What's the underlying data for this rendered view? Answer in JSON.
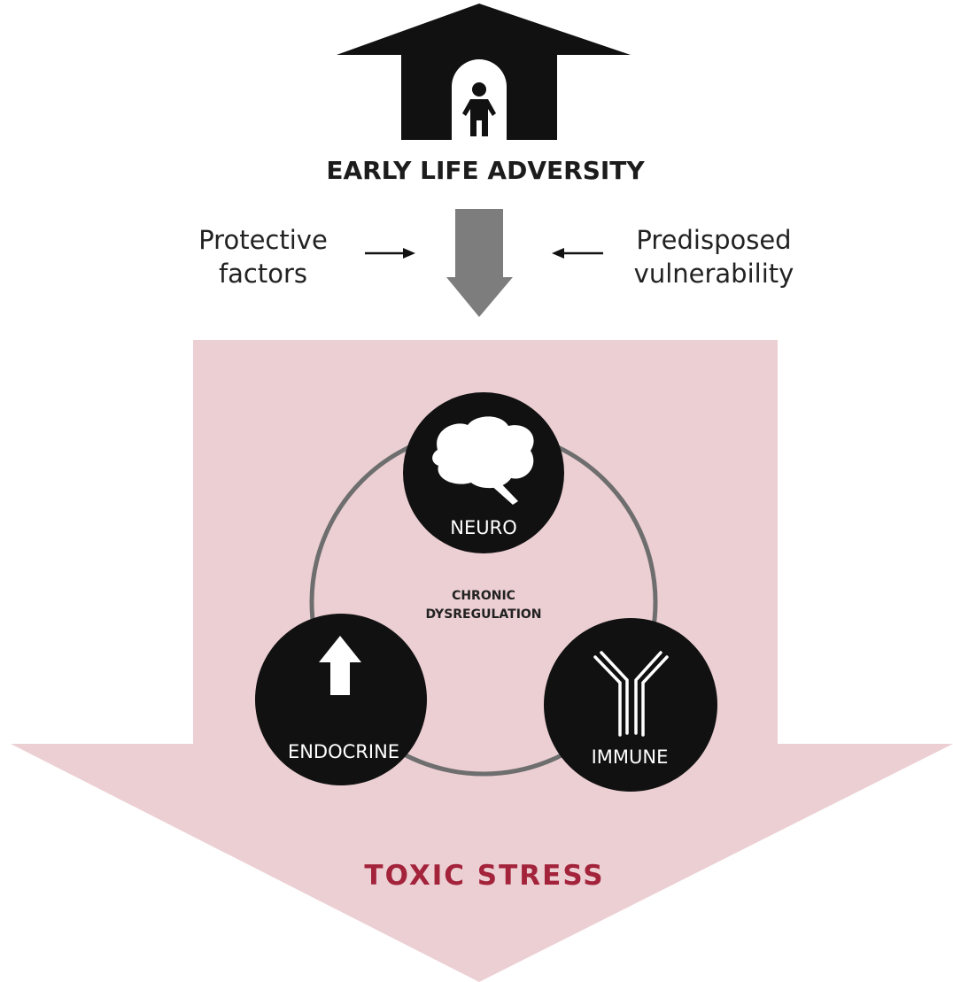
{
  "header": {
    "title": "EARLY LIFE ADVERSITY"
  },
  "modifiers": {
    "left": {
      "line1": "Protective",
      "line2": "factors"
    },
    "right": {
      "line1": "Predisposed",
      "line2": "vulnerability"
    }
  },
  "systems": {
    "center_line1": "CHRONIC",
    "center_line2": "DYSREGULATION",
    "neuro": "NEURO",
    "endocrine": "ENDOCRINE",
    "immune": "IMMUNE"
  },
  "outcome": {
    "label": "TOXIC STRESS"
  },
  "colors": {
    "pink_arrow": "#eccfd3",
    "node_fill": "#111111",
    "cycle_line": "#6e6e6e",
    "down_arrow": "#7d7d7d",
    "toxic_text": "#a3233b"
  }
}
